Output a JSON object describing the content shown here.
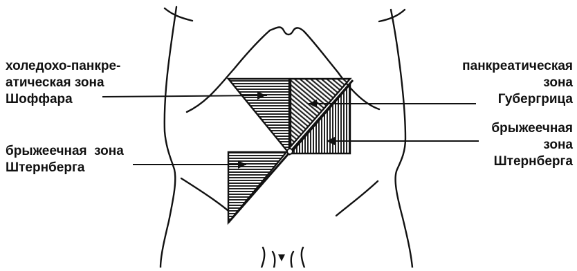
{
  "labels": {
    "choledocho_pancreatic": [
      "холедохо-панкре-",
      "атическая зона",
      "Шоффара"
    ],
    "sternberg_left": [
      "брыжеечная  зона",
      "Штернберга"
    ],
    "pancreatic_gubergritz": [
      "панкреатическая",
      "зона",
      "Губергрица"
    ],
    "sternberg_right": [
      "брыжеечная",
      "зона",
      "Штернберга"
    ]
  },
  "colors": {
    "stroke": "#111111",
    "fill_dark": "#4a4a4a",
    "background": "#ffffff"
  }
}
